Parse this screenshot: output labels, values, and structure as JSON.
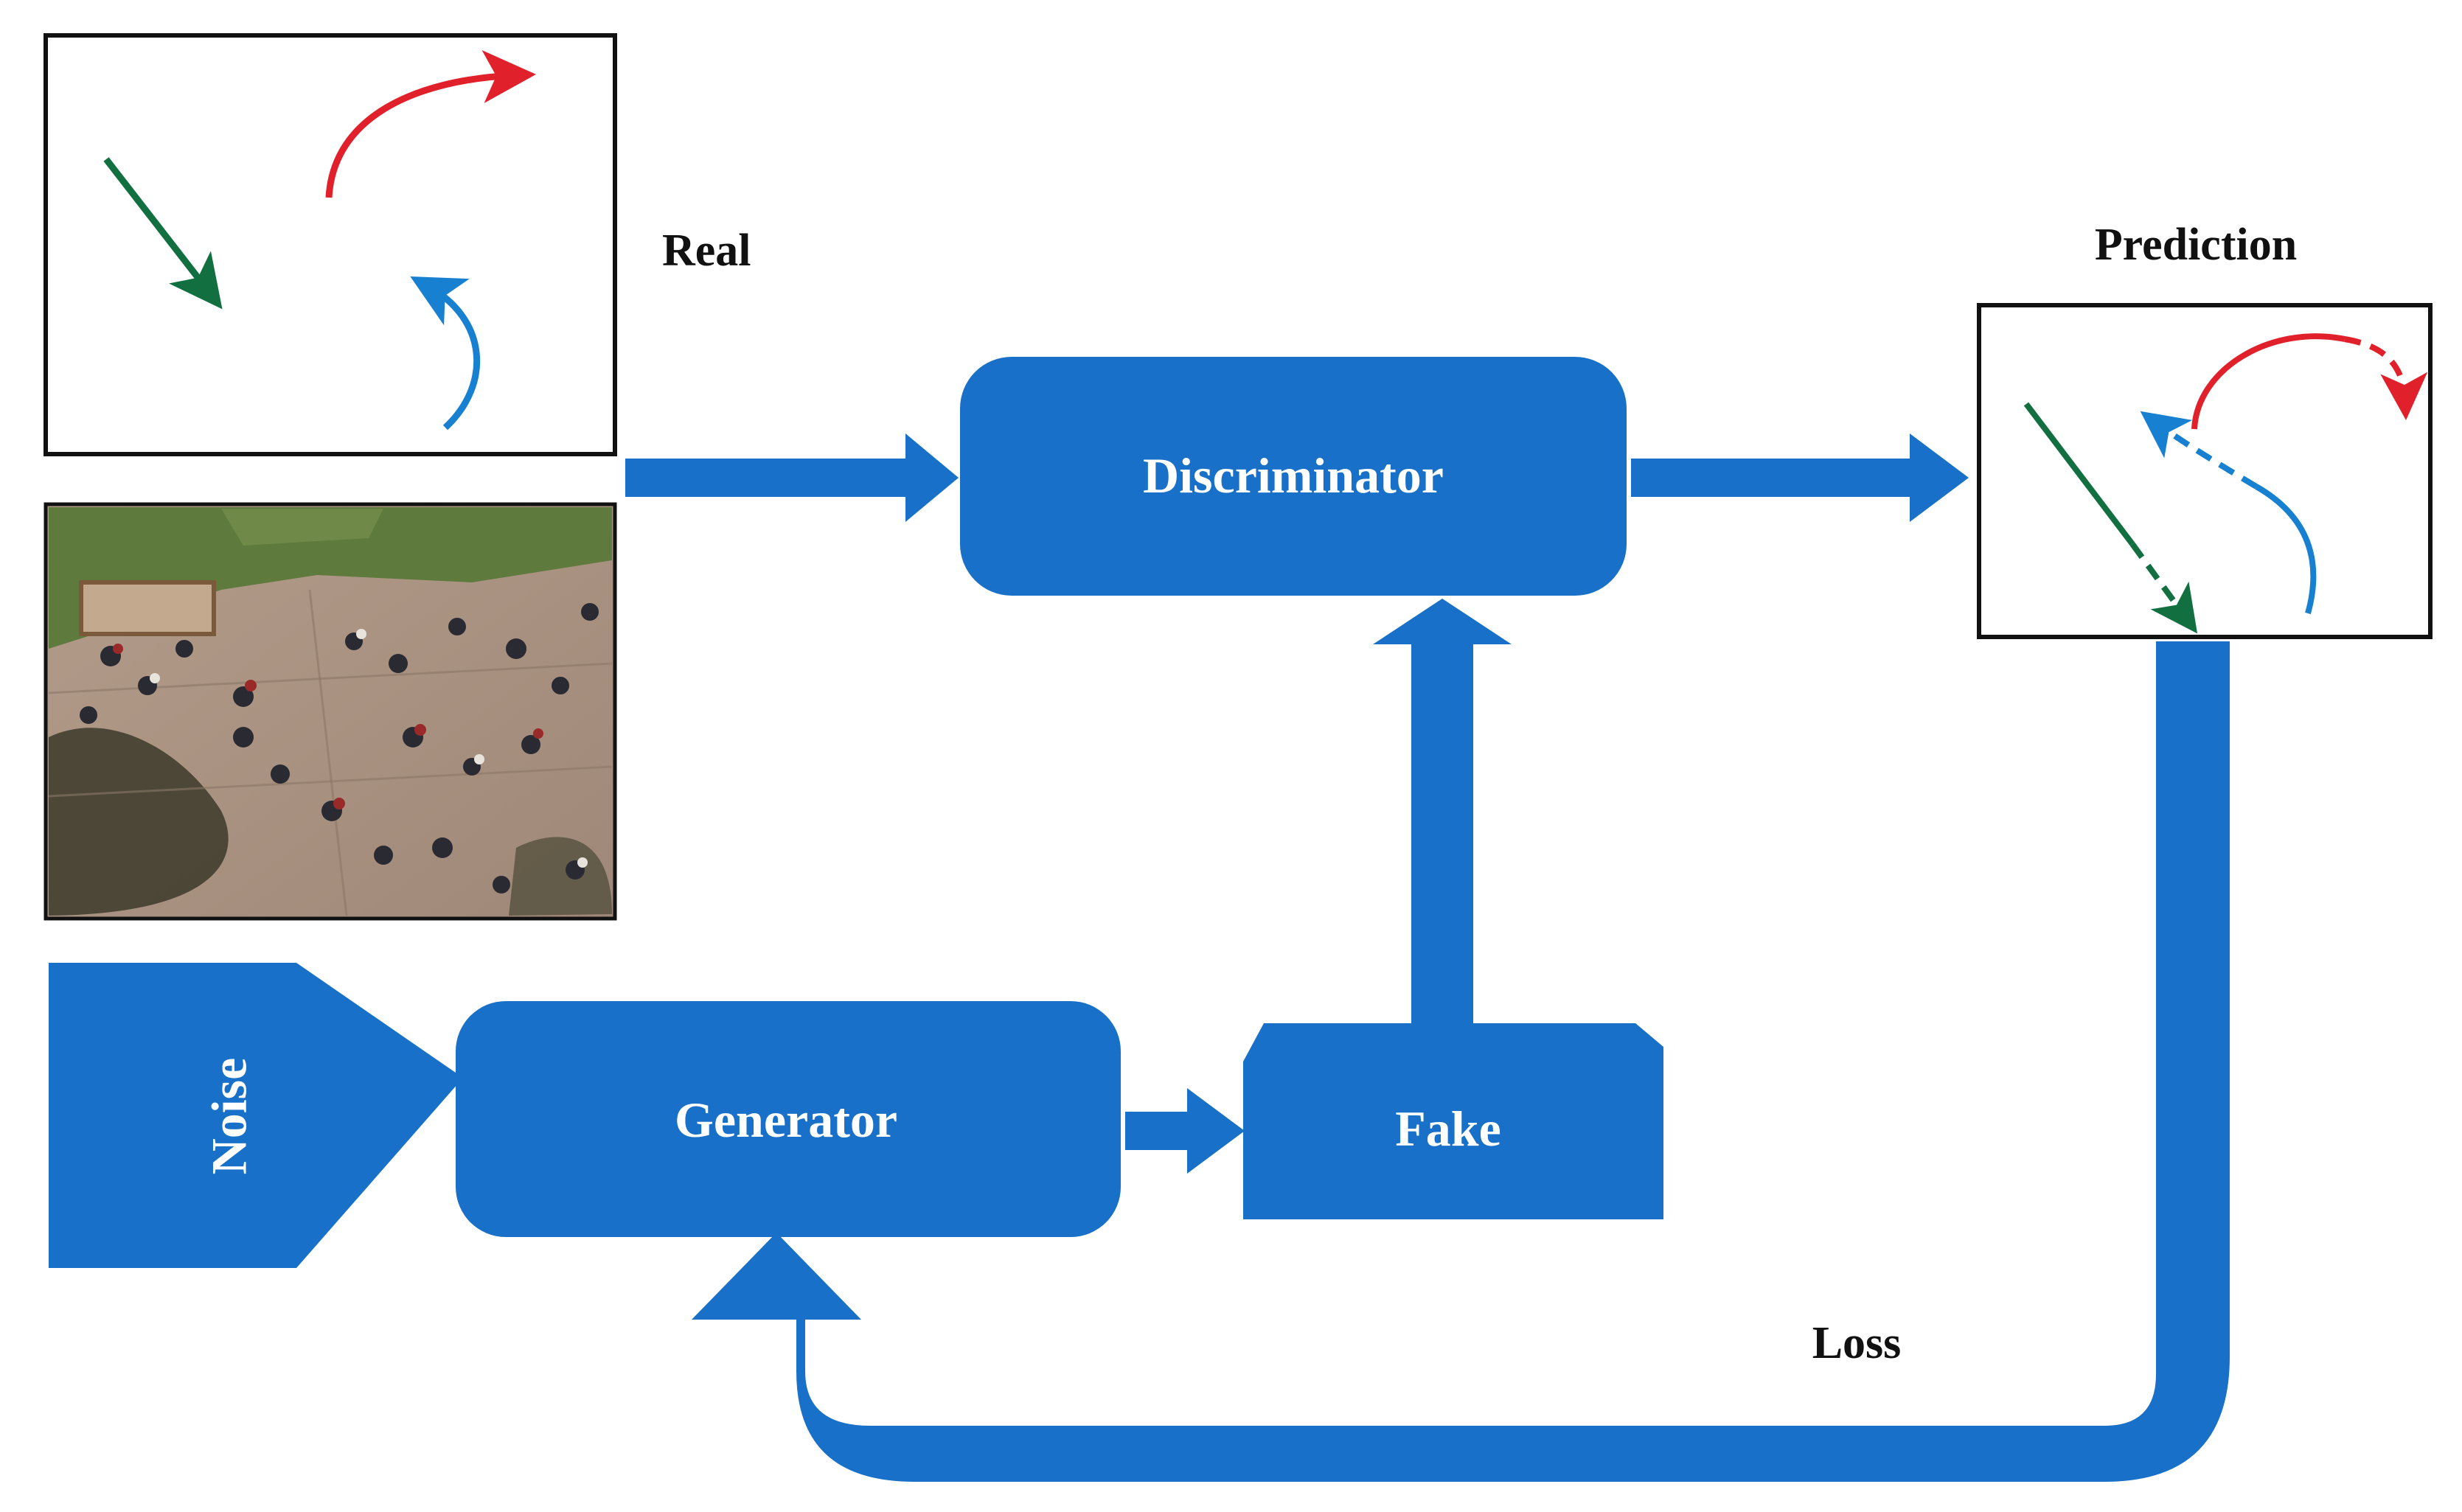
{
  "labels": {
    "real": "Real",
    "prediction": "Prediction",
    "discriminator": "Discriminator",
    "generator": "Generator",
    "fake": "Fake",
    "noise": "Noise",
    "loss": "Loss"
  },
  "colors": {
    "block": "#1870c8",
    "red": "#e0202a",
    "green": "#127040",
    "blue": "#1880d0",
    "frame": "#111111"
  },
  "icons": {
    "scene_photo": "crowd-scene-photo",
    "trajectory_arrows": "trajectory-arrows-icon"
  }
}
